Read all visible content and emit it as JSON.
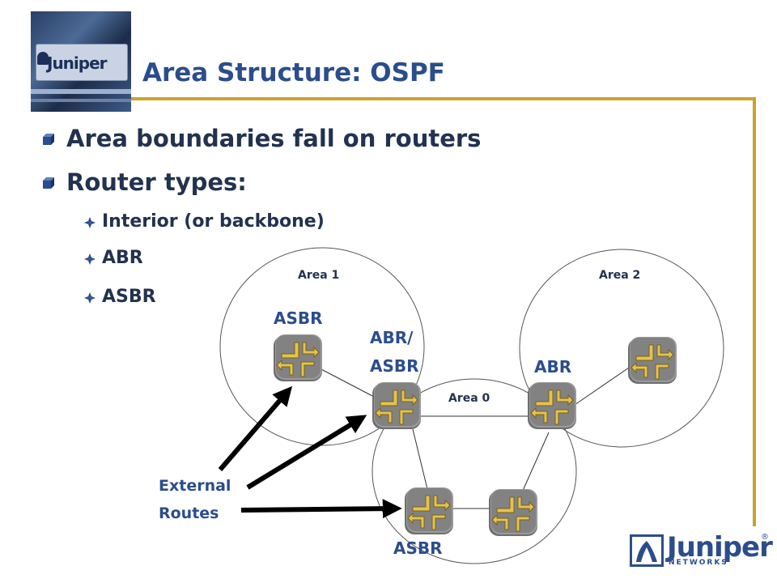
{
  "slide": {
    "title": "Area Structure: OSPF",
    "logo_text": "Juniper",
    "logo_sub": "NETWORKS",
    "photo_logo_text": "Juniper",
    "bullets_level1": [
      "Area boundaries fall on routers",
      "Router types:"
    ],
    "bullets_level2": [
      "Interior (or backbone)",
      "ABR",
      "ASBR"
    ]
  },
  "diagram": {
    "areas": [
      "Area 1",
      "Area 2",
      "Area 0"
    ],
    "labels": {
      "asbr_area1": "ASBR",
      "abr_asbr_line1": "ABR/",
      "abr_asbr_line2": "ASBR",
      "abr": "ABR",
      "asbr_bottom": "ASBR",
      "external_line1": "External",
      "external_line2": "Routes"
    },
    "colors": {
      "label_blue": "#2b4d8c",
      "router_body": "#7a7a7a",
      "router_arrow": "#d9b84a",
      "frame_gold": "#c8a42a"
    }
  }
}
